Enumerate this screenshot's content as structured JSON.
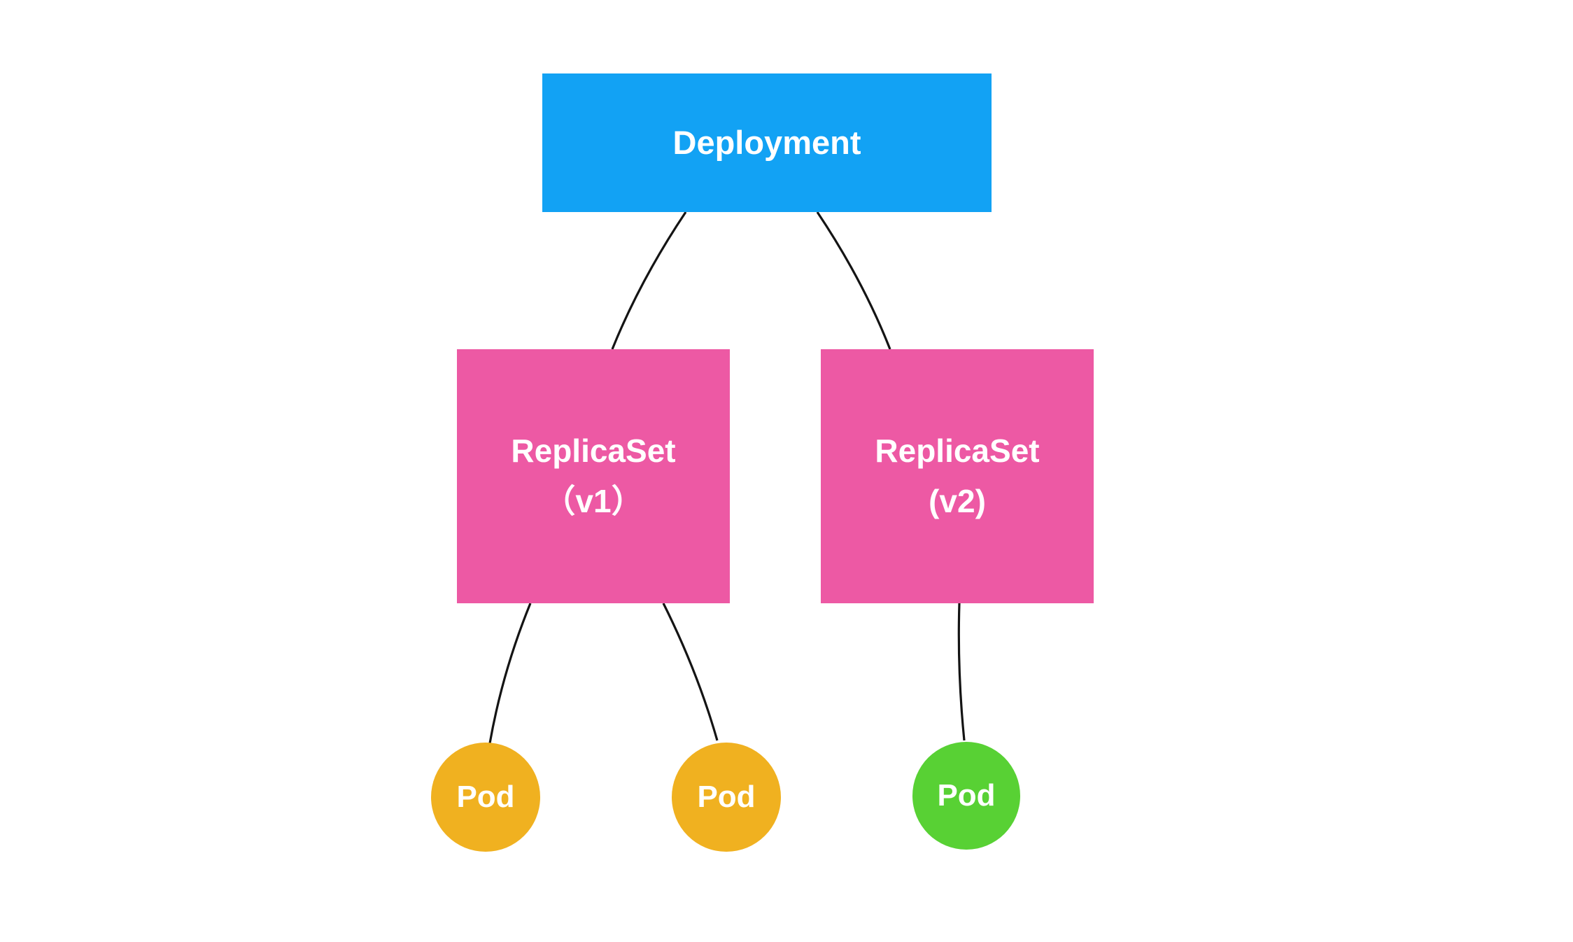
{
  "canvas": {
    "background": "#ffffff"
  },
  "nodes": {
    "deployment": {
      "label": "Deployment",
      "color": "#12a2f4",
      "text_color": "#ffffff"
    },
    "replicaset_v1": {
      "label": "ReplicaSet",
      "version": "（v1）",
      "color": "#ed59a4",
      "text_color": "#ffffff"
    },
    "replicaset_v2": {
      "label": "ReplicaSet",
      "version": "(v2)",
      "color": "#ed59a4",
      "text_color": "#ffffff"
    },
    "pod_1": {
      "label": "Pod",
      "color": "#f0b120",
      "text_color": "#ffffff"
    },
    "pod_2": {
      "label": "Pod",
      "color": "#f0b120",
      "text_color": "#ffffff"
    },
    "pod_3": {
      "label": "Pod",
      "color": "#58d134",
      "text_color": "#ffffff"
    }
  },
  "edges": {
    "color": "#141414",
    "list": [
      {
        "from": "deployment",
        "to": "replicaset_v1"
      },
      {
        "from": "deployment",
        "to": "replicaset_v2"
      },
      {
        "from": "replicaset_v1",
        "to": "pod_1"
      },
      {
        "from": "replicaset_v1",
        "to": "pod_2"
      },
      {
        "from": "replicaset_v2",
        "to": "pod_3"
      }
    ]
  }
}
